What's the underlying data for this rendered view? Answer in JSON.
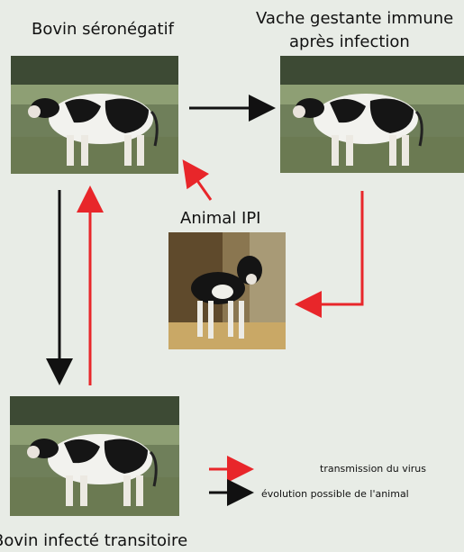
{
  "labels": {
    "seronegative": "Bovin séronégatif",
    "pregnant_line1": "Vache gestante immune",
    "pregnant_line2": "après infection",
    "ipi": "Animal IPI",
    "transient": "Bovin infecté transitoire"
  },
  "legend": {
    "transmission": "transmission du virus",
    "evolution": "évolution possible de l'animal"
  },
  "colors": {
    "transmission": "#e8262a",
    "evolution": "#111111",
    "background": "#e8ece6"
  },
  "images": {
    "cow_top_left": "cow-photo",
    "cow_top_right": "cow-photo",
    "calf_ipi": "calf-photo",
    "cow_bottom_left": "cow-photo"
  }
}
